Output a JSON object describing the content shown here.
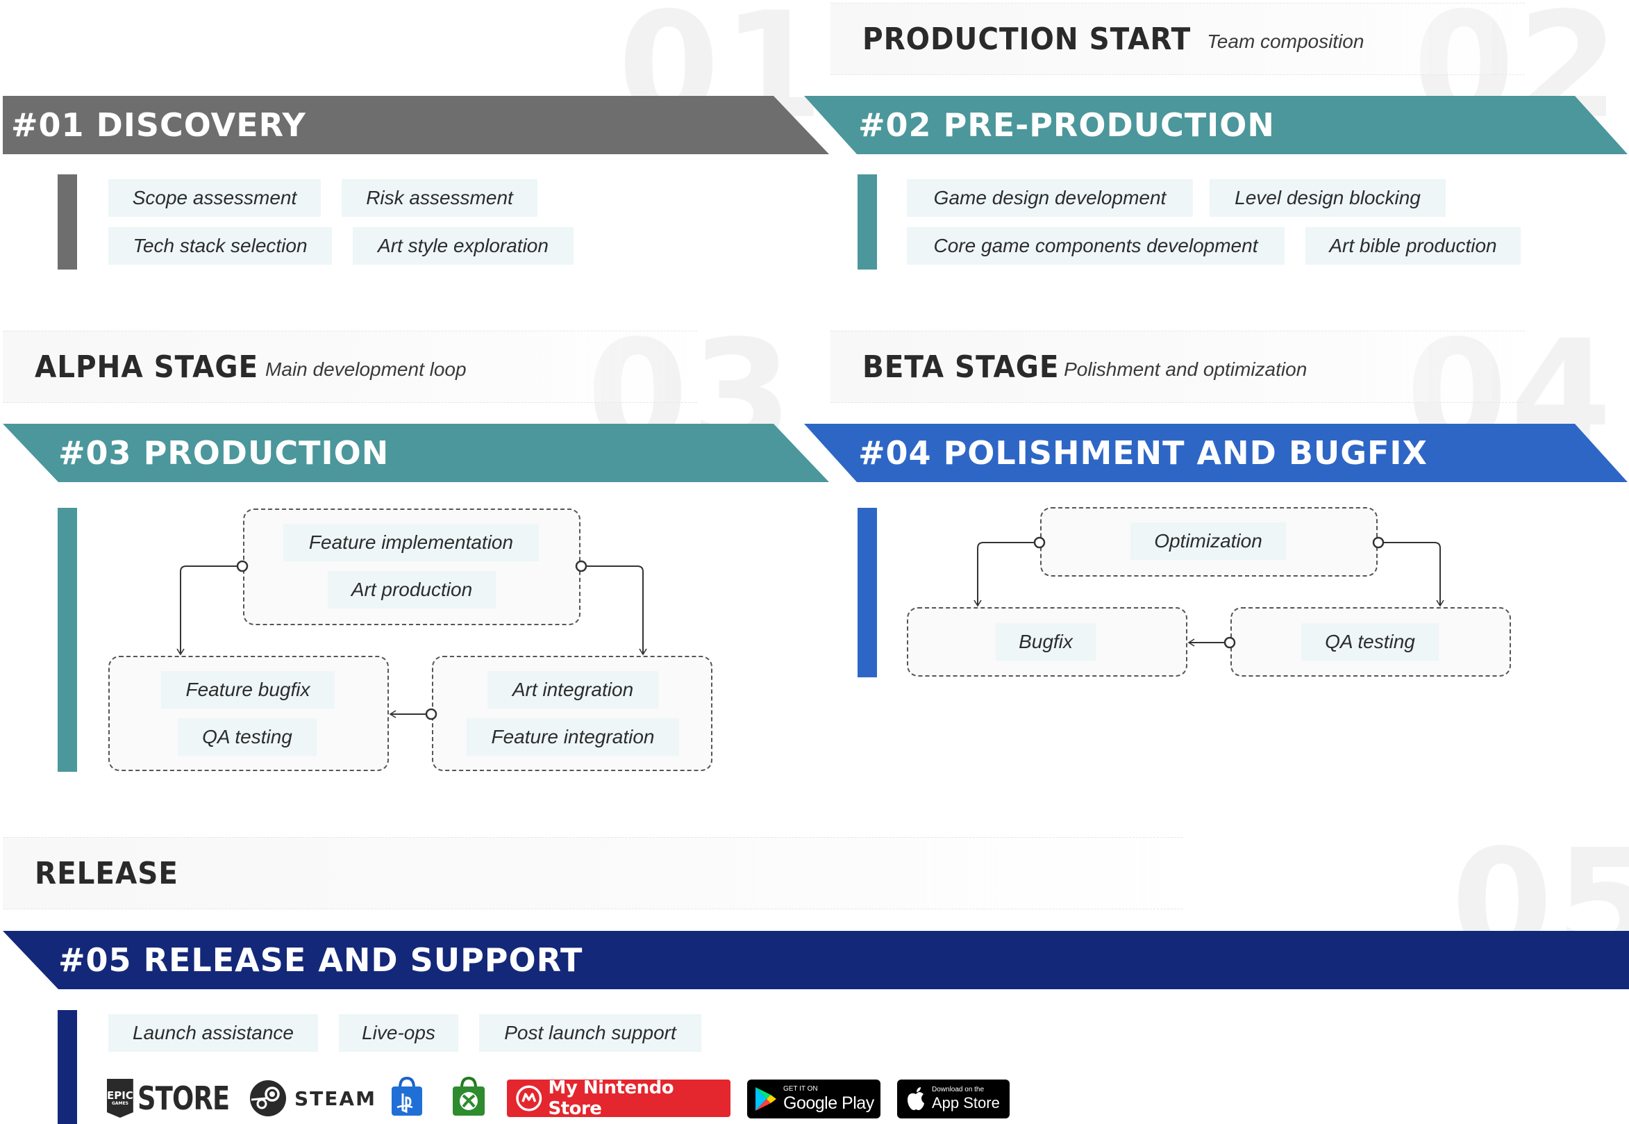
{
  "colors": {
    "gray": "#6e6e6e",
    "teal": "#4b979b",
    "blue": "#2e66c6",
    "navy": "#14287a",
    "chip_bg": "#eef6f7"
  },
  "bignums": {
    "n1": "01",
    "n2": "02",
    "n3": "03",
    "n4": "04",
    "n5": "05"
  },
  "headers": {
    "production_start": {
      "title": "PRODUCTION START",
      "subtitle": "Team composition"
    },
    "alpha": {
      "title": "ALPHA STAGE",
      "subtitle": "Main development loop"
    },
    "beta": {
      "title": "BETA STAGE",
      "subtitle": "Polishment and optimization"
    },
    "release": {
      "title": "RELEASE"
    }
  },
  "phases": {
    "p1": {
      "title": "#01 DISCOVERY",
      "tasks": [
        "Scope assessment",
        "Risk assessment",
        "Tech stack selection",
        "Art style exploration"
      ]
    },
    "p2": {
      "title": "#02 PRE-PRODUCTION",
      "tasks": [
        "Game design development",
        "Level design blocking",
        "Core game components development",
        "Art bible production"
      ]
    },
    "p3": {
      "title": "#03 PRODUCTION",
      "loop": {
        "top": [
          "Feature implementation",
          "Art production"
        ],
        "left": [
          "Feature bugfix",
          "QA testing"
        ],
        "right": [
          "Art integration",
          "Feature integration"
        ]
      }
    },
    "p4": {
      "title": "#04 POLISHMENT AND BUGFIX",
      "loop": {
        "top": "Optimization",
        "left": "Bugfix",
        "right": "QA testing"
      }
    },
    "p5": {
      "title": "#05 RELEASE AND SUPPORT",
      "tasks": [
        "Launch assistance",
        "Live-ops",
        "Post launch support"
      ]
    }
  },
  "stores": {
    "epic": {
      "badge_line1": "EPIC",
      "badge_line2": "GAMES",
      "word": "STORE"
    },
    "steam": {
      "word": "STEAM"
    },
    "playstation": {
      "icon": "playstation-bag-icon"
    },
    "xbox": {
      "icon": "xbox-bag-icon"
    },
    "nintendo": {
      "label": "My Nintendo Store"
    },
    "google": {
      "small": "GET IT ON",
      "big": "Google Play"
    },
    "apple": {
      "small": "Download on the",
      "big": "App Store"
    }
  }
}
